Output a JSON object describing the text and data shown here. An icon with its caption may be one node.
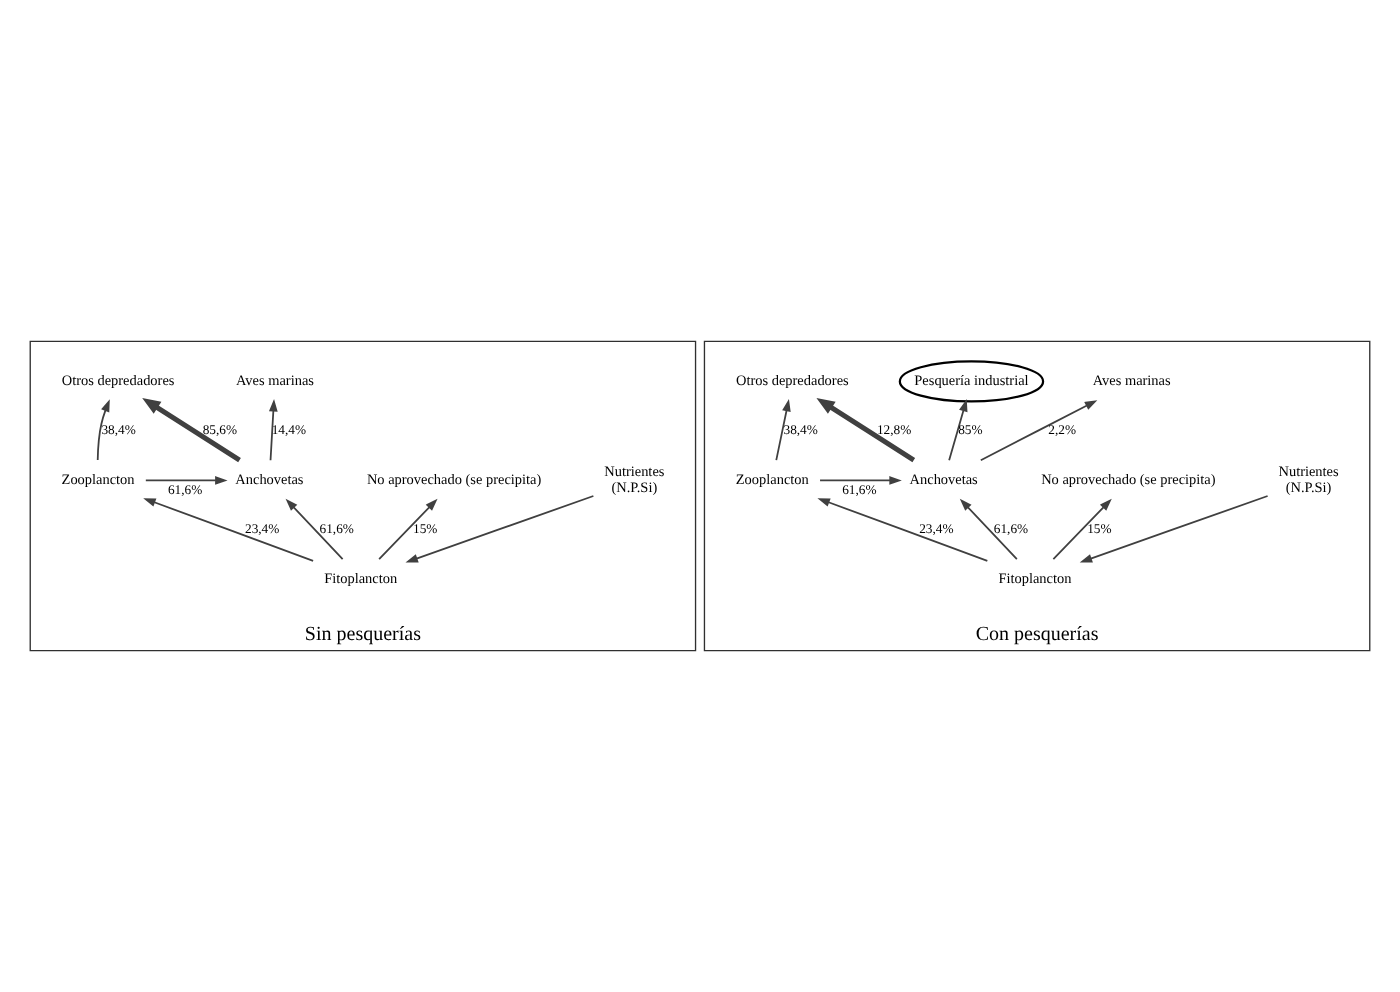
{
  "diagram": {
    "nodes": [
      {
        "text": [
          "Sin pesquerías"
        ]
      },
      {
        "text": [
          "Otros depredadores"
        ],
        "in": 0
      },
      {
        "text": [
          "Aves marinas"
        ],
        "in": 0
      },
      {
        "text": [
          "Zooplancton"
        ],
        "in": 0
      },
      {
        "text": [
          "Anchovetas"
        ],
        "in": 0
      },
      {
        "text": [
          "Fitoplancton"
        ],
        "in": 0
      },
      {
        "text": [
          "No aprovechado (se precipita)"
        ],
        "in": 0
      },
      {
        "text": [
          "Nutrientes",
          "(N.P.Si)"
        ],
        "in": 0
      },
      {
        "text": [
          "Con pesquerías"
        ]
      },
      {
        "text": [
          "Otros depredadores"
        ],
        "in": 8
      },
      {
        "text": [
          "Pesquería industrial"
        ],
        "in": 8
      },
      {
        "text": [
          "Aves marinas"
        ],
        "in": 8
      },
      {
        "text": [
          "Zooplancton"
        ],
        "in": 8
      },
      {
        "text": [
          "Anchovetas"
        ],
        "in": 8
      },
      {
        "text": [
          "Fitoplancton"
        ],
        "in": 8
      },
      {
        "text": [
          "No aprovechado (se precipita)"
        ],
        "in": 8
      },
      {
        "text": [
          "Nutrientes",
          "(N.P.Si)"
        ],
        "in": 8
      }
    ],
    "edges": [
      {
        "from": 3,
        "to": 1,
        "arrow": "to",
        "label": "38,4%"
      },
      {
        "from": 4,
        "to": 1,
        "arrow": "to",
        "label": "85,6%",
        "style": "thick"
      },
      {
        "from": 4,
        "to": 2,
        "arrow": "to",
        "label": "14,4%"
      },
      {
        "from": 3,
        "to": 4,
        "arrow": "to",
        "label": "61,6%"
      },
      {
        "from": 5,
        "to": 3,
        "arrow": "to",
        "label": "23,4%"
      },
      {
        "from": 5,
        "to": 4,
        "arrow": "to",
        "label": "61,6%"
      },
      {
        "from": 5,
        "to": 6,
        "arrow": "to",
        "label": "15%"
      },
      {
        "from": 7,
        "to": 5,
        "arrow": "to"
      },
      {
        "from": 12,
        "to": 9,
        "arrow": "to",
        "label": "38,4%"
      },
      {
        "from": 13,
        "to": 9,
        "arrow": "to",
        "label": "12,8%",
        "style": "thick"
      },
      {
        "from": 13,
        "to": 10,
        "arrow": "to",
        "label": "85%"
      },
      {
        "from": 13,
        "to": 11,
        "arrow": "to",
        "label": "2,2%"
      },
      {
        "from": 12,
        "to": 13,
        "arrow": "to",
        "label": "61,6%"
      },
      {
        "from": 14,
        "to": 12,
        "arrow": "to",
        "label": "23,4%"
      },
      {
        "from": 14,
        "to": 13,
        "arrow": "to",
        "label": "61,6%"
      },
      {
        "from": 14,
        "to": 15,
        "arrow": "to",
        "label": "15%"
      },
      {
        "from": 16,
        "to": 14,
        "arrow": "to"
      }
    ]
  }
}
